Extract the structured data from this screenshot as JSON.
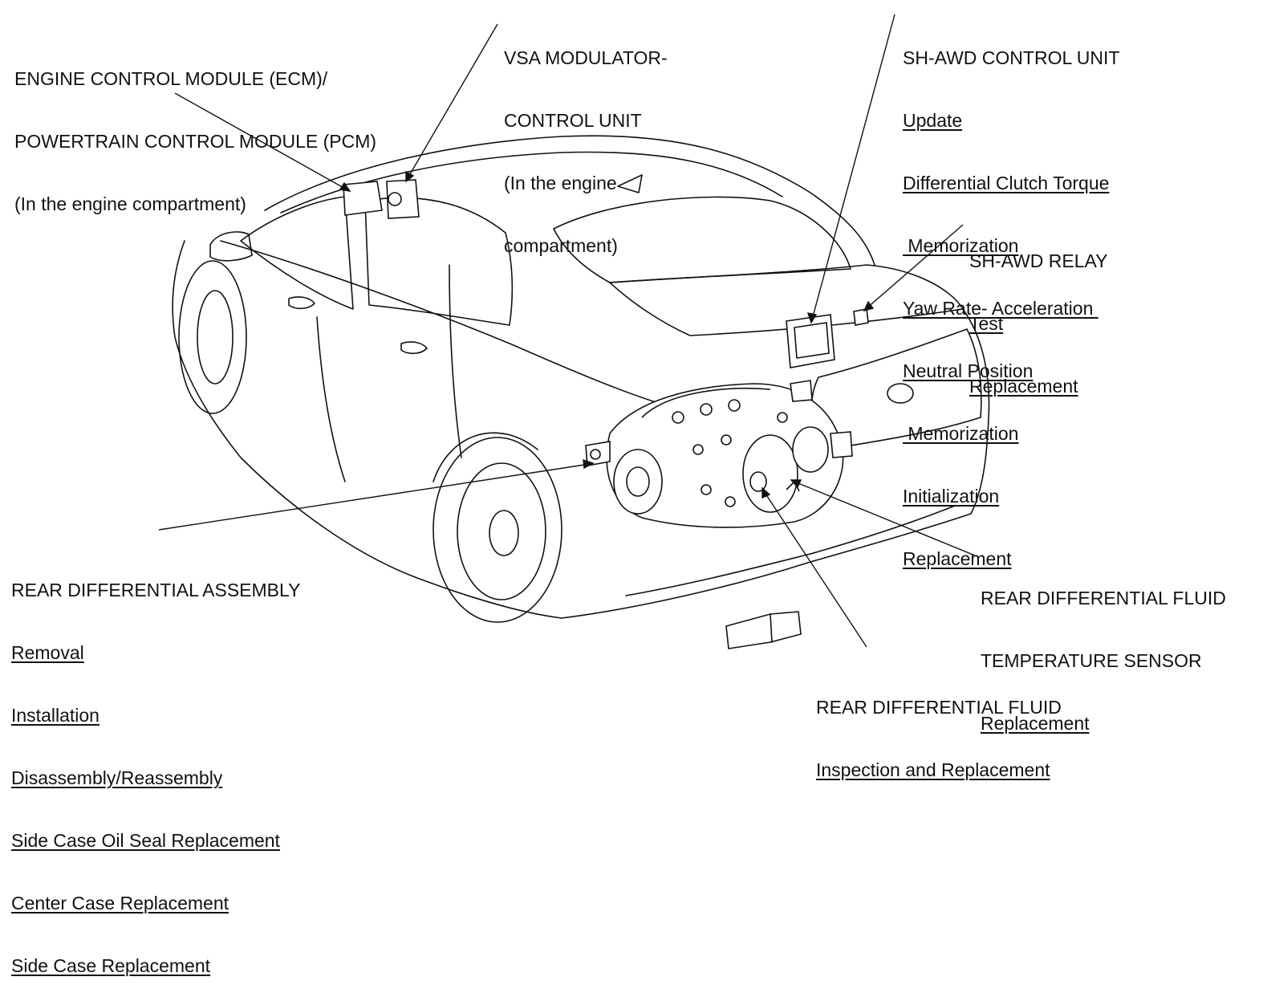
{
  "callouts": {
    "ecm": {
      "title": [
        "ENGINE CONTROL MODULE (ECM)/",
        "POWERTRAIN CONTROL MODULE (PCM)",
        "(In the engine compartment)"
      ],
      "links": []
    },
    "vsa": {
      "title": [
        "VSA MODULATOR-",
        "CONTROL UNIT",
        "(In the engine",
        "compartment)"
      ],
      "links": []
    },
    "awd_control": {
      "title": [
        "SH-AWD CONTROL UNIT"
      ],
      "links": [
        "Update",
        "Differential Clutch Torque",
        " Memorization",
        "Yaw Rate- Acceleration ",
        "Neutral Position",
        " Memorization",
        "Initialization",
        "Replacement"
      ]
    },
    "awd_relay": {
      "title": [
        "SH-AWD RELAY"
      ],
      "links": [
        "Test",
        "Replacement"
      ]
    },
    "rear_diff_assembly": {
      "title": [
        "REAR DIFFERENTIAL ASSEMBLY"
      ],
      "links": [
        "Removal",
        "Installation",
        "Disassembly/Reassembly",
        "Side Case Oil Seal Replacement",
        "Center Case Replacement",
        "Side Case Replacement"
      ]
    },
    "temp_sensor": {
      "title": [
        "REAR DIFFERENTIAL FLUID",
        "TEMPERATURE SENSOR"
      ],
      "links": [
        "Replacement"
      ]
    },
    "rear_diff_fluid": {
      "title": [
        "REAR DIFFERENTIAL FLUID"
      ],
      "links": [
        "Inspection and Replacement"
      ]
    }
  },
  "colors": {
    "ink": "#111111",
    "background": "#ffffff"
  }
}
